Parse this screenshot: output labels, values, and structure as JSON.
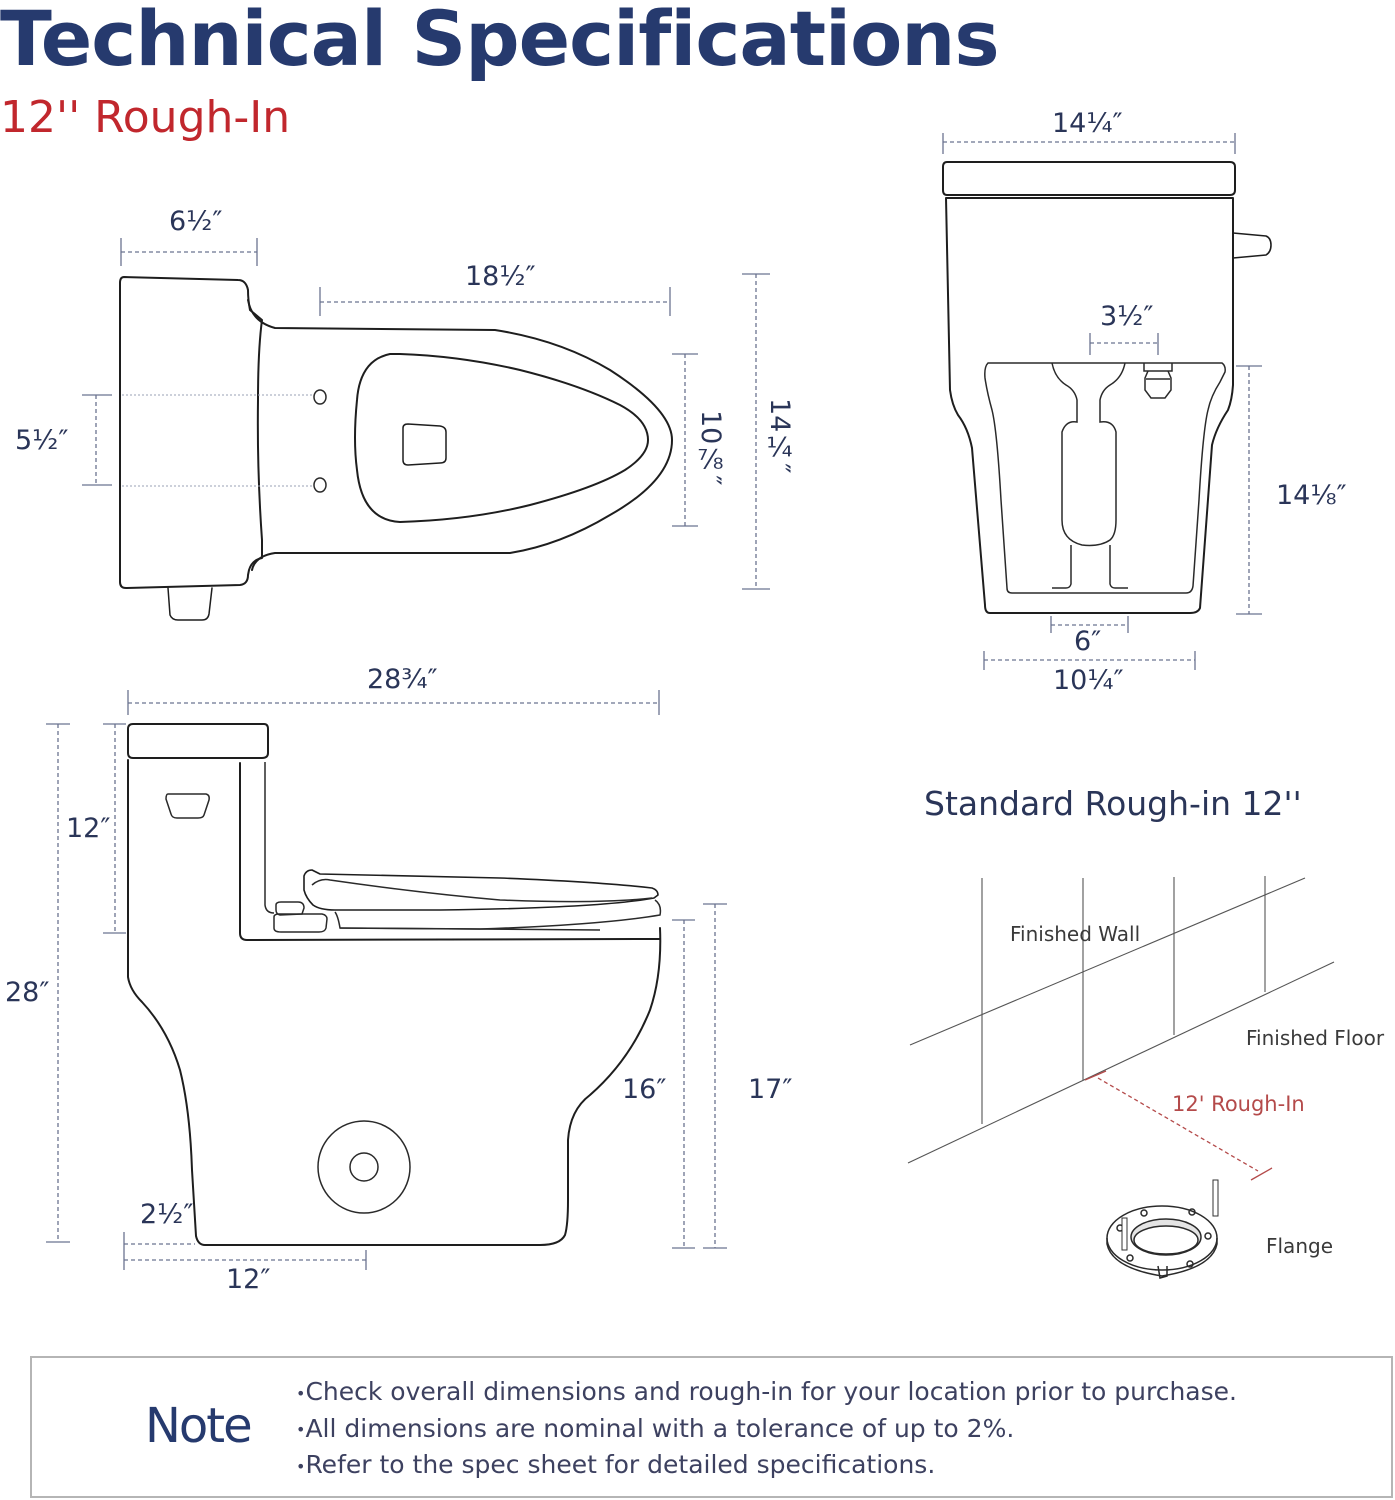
{
  "header": {
    "title": "Technical Specifications",
    "subtitle": "12'' Rough-In"
  },
  "top_view": {
    "tank_depth": "6½″",
    "bowl_length": "18½″",
    "bolt_spacing": "5½″",
    "bowl_opening_width": "10⅞″",
    "overall_width": "14¼″"
  },
  "front_view": {
    "tank_width": "14¼″",
    "water_inlet_offset": "3½″",
    "base_height": "14⅛″",
    "outlet_width": "6″",
    "base_width": "10¼″"
  },
  "side_view": {
    "overall_length": "28¾″",
    "tank_height": "12″",
    "overall_height": "28″",
    "bowl_height": "16″",
    "seat_height": "17″",
    "outlet_offset": "2½″",
    "rough_in": "12″"
  },
  "rough_in_diagram": {
    "title": "Standard Rough-in 12''",
    "wall_label": "Finished  Wall",
    "floor_label": "Finished  Floor",
    "rough_in_label": "12' Rough-In",
    "flange_label": "Flange"
  },
  "note": {
    "label": "Note",
    "items": [
      "Check overall dimensions and rough-in for your location prior to purchase.",
      "All dimensions are nominal with a tolerance of up to 2%.",
      "Refer to the spec sheet for detailed specifications."
    ]
  },
  "colors": {
    "title_navy": "#263a6e",
    "accent_red": "#c1272d",
    "line_dark": "#1e1e1e",
    "dim_line": "#6b7390"
  }
}
